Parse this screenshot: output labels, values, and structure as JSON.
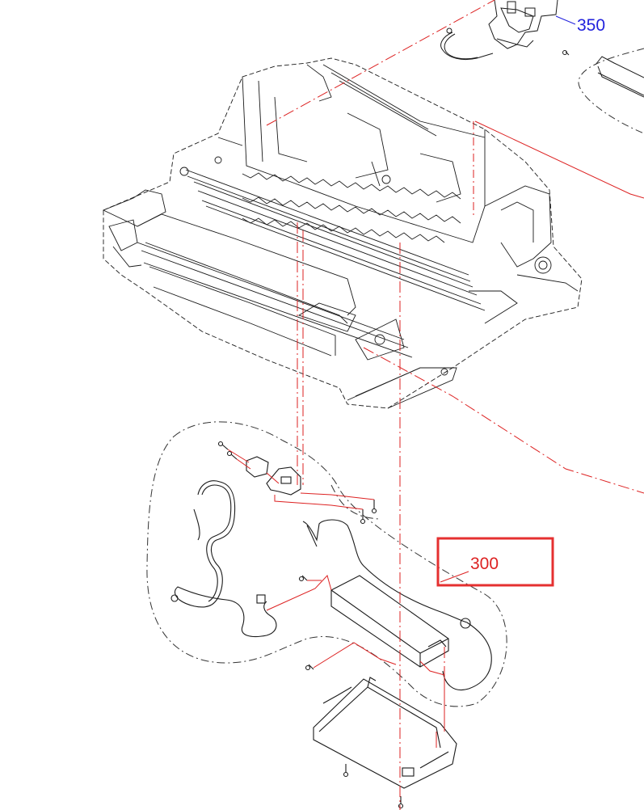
{
  "diagram": {
    "callouts": [
      {
        "id": "ref-350",
        "label": "350",
        "color": "#2222dd"
      },
      {
        "id": "ref-300",
        "label": "300",
        "color": "#dd2222",
        "highlighted": true
      }
    ],
    "colors": {
      "line_art": "#1a1a1a",
      "leader_lines": "#dd2222",
      "highlight_box": "#e53030",
      "group_outline": "#333333"
    }
  }
}
